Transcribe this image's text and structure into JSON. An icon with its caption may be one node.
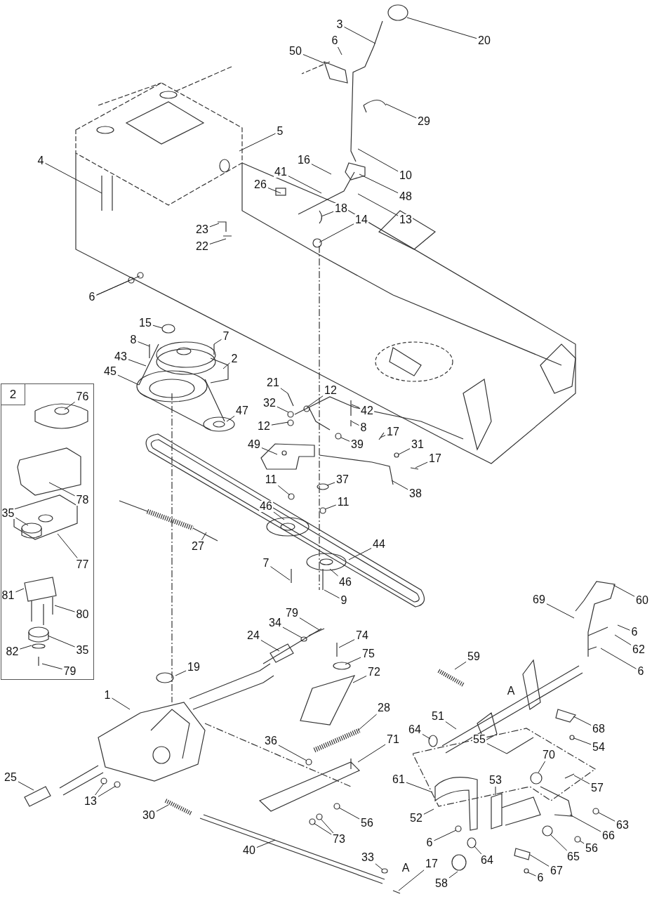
{
  "diagram": {
    "nodes": [
      {
        "text": [
          "3"
        ]
      },
      {
        "text": [
          "20"
        ]
      },
      {
        "text": [
          "6"
        ]
      },
      {
        "text": [
          "50"
        ]
      },
      {
        "text": [
          "29"
        ]
      },
      {
        "text": [
          "5"
        ]
      },
      {
        "text": [
          "4"
        ]
      },
      {
        "text": [
          "16"
        ]
      },
      {
        "text": [
          "10"
        ]
      },
      {
        "text": [
          "41"
        ]
      },
      {
        "text": [
          "48"
        ]
      },
      {
        "text": [
          "26"
        ]
      },
      {
        "text": [
          "18"
        ]
      },
      {
        "text": [
          "13"
        ]
      },
      {
        "text": [
          "14"
        ]
      },
      {
        "text": [
          "23"
        ]
      },
      {
        "text": [
          "22"
        ]
      },
      {
        "text": [
          "6"
        ]
      },
      {
        "text": [
          "15"
        ]
      },
      {
        "text": [
          "8"
        ]
      },
      {
        "text": [
          "7"
        ]
      },
      {
        "text": [
          "43"
        ]
      },
      {
        "text": [
          "2"
        ]
      },
      {
        "text": [
          "45"
        ]
      },
      {
        "text": [
          "21"
        ]
      },
      {
        "text": [
          "12"
        ]
      },
      {
        "text": [
          "32"
        ]
      },
      {
        "text": [
          "42"
        ]
      },
      {
        "text": [
          "12"
        ]
      },
      {
        "text": [
          "47"
        ]
      },
      {
        "text": [
          "8"
        ]
      },
      {
        "text": [
          "17"
        ]
      },
      {
        "text": [
          "49"
        ]
      },
      {
        "text": [
          "39"
        ]
      },
      {
        "text": [
          "31"
        ]
      },
      {
        "text": [
          "17"
        ]
      },
      {
        "text": [
          "11"
        ]
      },
      {
        "text": [
          "37"
        ]
      },
      {
        "text": [
          "38"
        ]
      },
      {
        "text": [
          "11"
        ]
      },
      {
        "text": [
          "46"
        ]
      },
      {
        "text": [
          "27"
        ]
      },
      {
        "text": [
          "44"
        ]
      },
      {
        "text": [
          "7"
        ]
      },
      {
        "text": [
          "46"
        ]
      },
      {
        "text": [
          "9"
        ]
      },
      {
        "text": [
          "69"
        ]
      },
      {
        "text": [
          "60"
        ]
      },
      {
        "text": [
          "6"
        ]
      },
      {
        "text": [
          "62"
        ]
      },
      {
        "text": [
          "6"
        ]
      },
      {
        "text": [
          "2"
        ]
      },
      {
        "text": [
          "76"
        ],
        "in": 51
      },
      {
        "text": [
          "78"
        ],
        "in": 51
      },
      {
        "text": [
          "35"
        ],
        "in": 51
      },
      {
        "text": [
          "77"
        ],
        "in": 51
      },
      {
        "text": [
          "81"
        ],
        "in": 51
      },
      {
        "text": [
          "80"
        ],
        "in": 51
      },
      {
        "text": [
          "82"
        ],
        "in": 51
      },
      {
        "text": [
          "35"
        ],
        "in": 51
      },
      {
        "text": [
          "79"
        ],
        "in": 51
      },
      {
        "text": [
          "79"
        ]
      },
      {
        "text": [
          "34"
        ]
      },
      {
        "text": [
          "24"
        ]
      },
      {
        "text": [
          "74"
        ]
      },
      {
        "text": [
          "75"
        ]
      },
      {
        "text": [
          "19"
        ]
      },
      {
        "text": [
          "59"
        ]
      },
      {
        "text": [
          "72"
        ]
      },
      {
        "text": [
          "1"
        ]
      },
      {
        "text": [
          "28"
        ]
      },
      {
        "text": [
          "51"
        ]
      },
      {
        "text": [
          "68"
        ]
      },
      {
        "text": [
          "64"
        ]
      },
      {
        "text": [
          "71"
        ]
      },
      {
        "text": [
          "55"
        ]
      },
      {
        "text": [
          "36"
        ]
      },
      {
        "text": [
          "54"
        ]
      },
      {
        "text": [
          "70"
        ]
      },
      {
        "text": [
          "25"
        ]
      },
      {
        "text": [
          "61"
        ]
      },
      {
        "text": [
          "53"
        ]
      },
      {
        "text": [
          "57"
        ]
      },
      {
        "text": [
          "13"
        ]
      },
      {
        "text": [
          "30"
        ]
      },
      {
        "text": [
          "52"
        ]
      },
      {
        "text": [
          "56"
        ]
      },
      {
        "text": [
          "63"
        ]
      },
      {
        "text": [
          "66"
        ]
      },
      {
        "text": [
          "73"
        ]
      },
      {
        "text": [
          "6"
        ]
      },
      {
        "text": [
          "56"
        ]
      },
      {
        "text": [
          "40"
        ]
      },
      {
        "text": [
          "65"
        ]
      },
      {
        "text": [
          "33"
        ]
      },
      {
        "text": [
          "17"
        ]
      },
      {
        "text": [
          "64"
        ]
      },
      {
        "text": [
          "67"
        ]
      },
      {
        "text": [
          "58"
        ]
      },
      {
        "text": [
          "6"
        ]
      }
    ],
    "edges": [
      {
        "from": 0,
        "to": null,
        "arrow": "none"
      },
      {
        "from": 1,
        "to": null,
        "arrow": "none"
      },
      {
        "from": 2,
        "to": null,
        "arrow": "none"
      },
      {
        "from": 3,
        "to": null,
        "arrow": "none"
      },
      {
        "from": 4,
        "to": null,
        "arrow": "none"
      },
      {
        "from": 5,
        "to": null,
        "arrow": "none"
      },
      {
        "from": 6,
        "to": null,
        "arrow": "none"
      },
      {
        "from": 7,
        "to": null,
        "arrow": "none"
      },
      {
        "from": 8,
        "to": null,
        "arrow": "none"
      },
      {
        "from": 9,
        "to": null,
        "arrow": "none"
      },
      {
        "from": 10,
        "to": null,
        "arrow": "none"
      },
      {
        "from": 11,
        "to": null,
        "arrow": "none"
      },
      {
        "from": 12,
        "to": null,
        "arrow": "none"
      },
      {
        "from": 13,
        "to": null,
        "arrow": "none"
      },
      {
        "from": 14,
        "to": null,
        "arrow": "none"
      },
      {
        "from": 15,
        "to": null,
        "arrow": "none"
      },
      {
        "from": 16,
        "to": null,
        "arrow": "none"
      },
      {
        "from": 17,
        "to": null,
        "arrow": "none"
      },
      {
        "from": 17,
        "to": null,
        "arrow": "none"
      },
      {
        "from": 18,
        "to": null,
        "arrow": "none"
      },
      {
        "from": 19,
        "to": null,
        "arrow": "none"
      },
      {
        "from": 20,
        "to": null,
        "arrow": "none"
      },
      {
        "from": 21,
        "to": null,
        "arrow": "none"
      },
      {
        "from": 22,
        "to": null,
        "arrow": "none"
      },
      {
        "from": 23,
        "to": null,
        "arrow": "none"
      },
      {
        "from": 24,
        "to": null,
        "arrow": "none"
      },
      {
        "from": 25,
        "to": null,
        "arrow": "none"
      },
      {
        "from": 26,
        "to": null,
        "arrow": "none"
      },
      {
        "from": 27,
        "to": null,
        "arrow": "none"
      },
      {
        "from": 28,
        "to": null,
        "arrow": "none"
      },
      {
        "from": 29,
        "to": null,
        "arrow": "none"
      },
      {
        "from": 30,
        "to": null,
        "arrow": "none"
      },
      {
        "from": 31,
        "to": null,
        "arrow": "none"
      },
      {
        "from": 32,
        "to": null,
        "arrow": "none"
      },
      {
        "from": 33,
        "to": null,
        "arrow": "none"
      },
      {
        "from": 34,
        "to": null,
        "arrow": "none"
      },
      {
        "from": 35,
        "to": null,
        "arrow": "none"
      },
      {
        "from": 36,
        "to": null,
        "arrow": "none"
      },
      {
        "from": 37,
        "to": null,
        "arrow": "none"
      },
      {
        "from": 38,
        "to": null,
        "arrow": "none"
      },
      {
        "from": 39,
        "to": null,
        "arrow": "none"
      },
      {
        "from": 40,
        "to": null,
        "arrow": "none"
      },
      {
        "from": 41,
        "to": null,
        "arrow": "none"
      },
      {
        "from": 42,
        "to": null,
        "arrow": "none"
      },
      {
        "from": 43,
        "to": null,
        "arrow": "none"
      },
      {
        "from": 44,
        "to": null,
        "arrow": "none"
      },
      {
        "from": 45,
        "to": null,
        "arrow": "none"
      },
      {
        "from": 46,
        "to": null,
        "arrow": "none"
      },
      {
        "from": 47,
        "to": null,
        "arrow": "none"
      },
      {
        "from": 48,
        "to": null,
        "arrow": "none"
      },
      {
        "from": 49,
        "to": null,
        "arrow": "none"
      },
      {
        "from": 50,
        "to": null,
        "arrow": "none"
      },
      {
        "from": 52,
        "to": null,
        "arrow": "none"
      },
      {
        "from": 53,
        "to": null,
        "arrow": "none"
      },
      {
        "from": 54,
        "to": null,
        "arrow": "none"
      },
      {
        "from": 55,
        "to": null,
        "arrow": "none"
      },
      {
        "from": 56,
        "to": null,
        "arrow": "none"
      },
      {
        "from": 57,
        "to": null,
        "arrow": "none"
      },
      {
        "from": 58,
        "to": null,
        "arrow": "none"
      },
      {
        "from": 59,
        "to": null,
        "arrow": "none"
      },
      {
        "from": 60,
        "to": null,
        "arrow": "none"
      },
      {
        "from": 61,
        "to": null,
        "arrow": "none"
      },
      {
        "from": 62,
        "to": null,
        "arrow": "none"
      },
      {
        "from": 63,
        "to": null,
        "arrow": "none"
      },
      {
        "from": 64,
        "to": null,
        "arrow": "none"
      },
      {
        "from": 65,
        "to": null,
        "arrow": "none"
      },
      {
        "from": 66,
        "to": null,
        "arrow": "none"
      },
      {
        "from": 67,
        "to": null,
        "arrow": "none"
      },
      {
        "from": 68,
        "to": null,
        "arrow": "none"
      },
      {
        "from": 69,
        "to": null,
        "arrow": "none"
      },
      {
        "from": 70,
        "to": null,
        "arrow": "none"
      },
      {
        "from": 71,
        "to": null,
        "arrow": "none"
      },
      {
        "from": 72,
        "to": null,
        "arrow": "none"
      },
      {
        "from": 73,
        "to": null,
        "arrow": "none"
      },
      {
        "from": 74,
        "to": null,
        "arrow": "none"
      },
      {
        "from": 75,
        "to": null,
        "arrow": "none"
      },
      {
        "from": 76,
        "to": null,
        "arrow": "none"
      },
      {
        "from": 77,
        "to": null,
        "arrow": "none"
      },
      {
        "from": 78,
        "to": null,
        "arrow": "none"
      },
      {
        "from": 79,
        "to": null,
        "arrow": "none"
      },
      {
        "from": 80,
        "to": null,
        "arrow": "none"
      },
      {
        "from": 81,
        "to": null,
        "arrow": "none"
      },
      {
        "from": 82,
        "to": null,
        "arrow": "none"
      },
      {
        "from": 83,
        "to": null,
        "arrow": "none"
      },
      {
        "from": 83,
        "to": null,
        "arrow": "none"
      },
      {
        "from": 84,
        "to": null,
        "arrow": "none"
      },
      {
        "from": 85,
        "to": null,
        "arrow": "none"
      },
      {
        "from": 86,
        "to": null,
        "arrow": "none"
      },
      {
        "from": 87,
        "to": null,
        "arrow": "none"
      },
      {
        "from": 88,
        "to": null,
        "arrow": "none"
      },
      {
        "from": 89,
        "to": null,
        "arrow": "none"
      },
      {
        "from": 89,
        "to": null,
        "arrow": "none"
      },
      {
        "from": 90,
        "to": null,
        "arrow": "none"
      },
      {
        "from": 91,
        "to": null,
        "arrow": "none"
      },
      {
        "from": 92,
        "to": null,
        "arrow": "none"
      },
      {
        "from": 93,
        "to": null,
        "arrow": "none"
      },
      {
        "from": 94,
        "to": null,
        "arrow": "none"
      },
      {
        "from": 95,
        "to": null,
        "arrow": "none"
      },
      {
        "from": 96,
        "to": null,
        "arrow": "none"
      },
      {
        "from": 97,
        "to": null,
        "arrow": "none"
      },
      {
        "from": 98,
        "to": null,
        "arrow": "none"
      },
      {
        "from": 99,
        "to": null,
        "arrow": "none"
      }
    ],
    "labels": [
      "A",
      "A"
    ]
  }
}
